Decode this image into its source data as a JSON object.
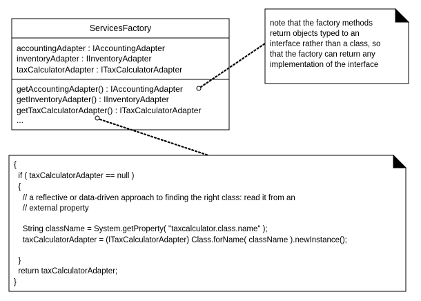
{
  "class_box": {
    "name": "ServicesFactory",
    "attributes": [
      "accountingAdapter : IAccountingAdapter",
      "inventoryAdapter : IInventoryAdapter",
      "taxCalculatorAdapter : ITaxCalculatorAdapter"
    ],
    "operations": [
      "getAccountingAdapter() : IAccountingAdapter",
      "getInventoryAdapter() : IInventoryAdapter",
      "getTaxCalculatorAdapter() : ITaxCalculatorAdapter",
      "..."
    ]
  },
  "note_top": {
    "lines": [
      "note that the factory methods",
      "return objects typed to an",
      "interface rather than a class, so",
      "that the factory can return any",
      "implementation of the interface"
    ]
  },
  "note_code": {
    "lines": [
      "{",
      "  if ( taxCalculatorAdapter == null )",
      "  {",
      "    // a reflective or data-driven approach to finding the right class: read it from an",
      "    // external property",
      "",
      "    String className = System.getProperty( \"taxcalculator.class.name\" );",
      "    taxCalculatorAdapter = (ITaxCalculatorAdapter) Class.forName( className ).newInstance();",
      "",
      "  }",
      "  return taxCalculatorAdapter;",
      "}"
    ]
  }
}
